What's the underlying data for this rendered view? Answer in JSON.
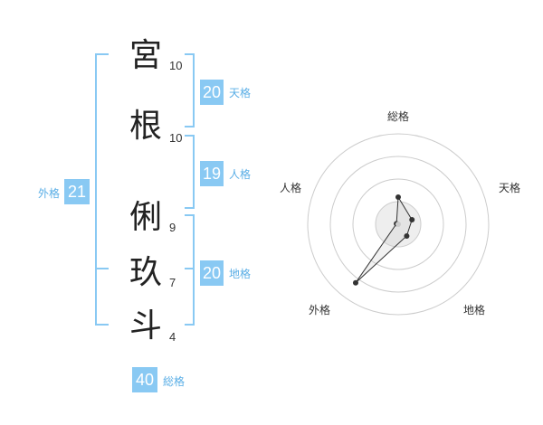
{
  "name": {
    "characters": [
      {
        "char": "宮",
        "strokes": 10
      },
      {
        "char": "根",
        "strokes": 10
      },
      {
        "char": "俐",
        "strokes": 9
      },
      {
        "char": "玖",
        "strokes": 7
      },
      {
        "char": "斗",
        "strokes": 4
      }
    ]
  },
  "fortune": {
    "tenkaku": {
      "label": "天格",
      "value": 20
    },
    "jinkaku": {
      "label": "人格",
      "value": 19
    },
    "chikaku": {
      "label": "地格",
      "value": 20
    },
    "gaikaku": {
      "label": "外格",
      "value": 21
    },
    "soukaku": {
      "label": "総格",
      "value": 40
    }
  },
  "colors": {
    "accent": "#89c9f3",
    "accent_text": "#5aaee6",
    "bracket": "#89c9f3"
  },
  "chart_data": {
    "type": "radar",
    "axes": [
      "総格",
      "天格",
      "地格",
      "外格",
      "人格"
    ],
    "values": [
      3.0,
      1.6,
      1.6,
      8.0,
      0.2
    ],
    "rings": 4,
    "grid": true
  }
}
